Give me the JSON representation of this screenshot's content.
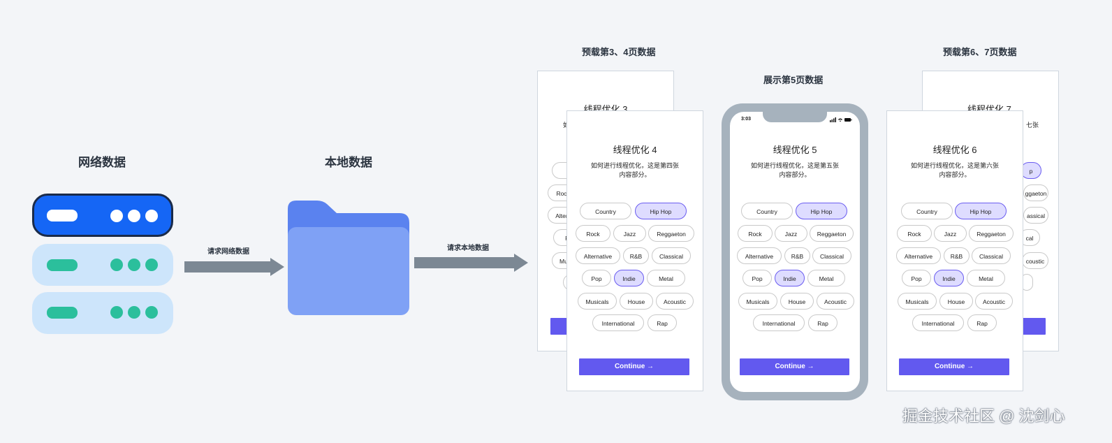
{
  "labels": {
    "network": "网络数据",
    "local": "本地数据",
    "req_network": "请求网络数据",
    "req_local": "请求本地数据",
    "preload_34": "预载第3、4页数据",
    "show_5": "展示第5页数据",
    "preload_67": "预载第6、7页数据"
  },
  "cards": {
    "c3": {
      "title": "线程优化 3",
      "desc_frag": "如"
    },
    "c4": {
      "title": "线程优化 4",
      "desc1": "如何进行线程优化，这是第四张",
      "desc2": "内容部分。"
    },
    "c5": {
      "title": "线程优化 5",
      "desc1": "如何进行线程优化，这是第五张",
      "desc2": "内容部分。"
    },
    "c6": {
      "title": "线程优化 6",
      "desc1": "如何进行线程优化，这是第六张",
      "desc2": "内容部分。"
    },
    "c7": {
      "title": "线程优化 7",
      "desc_frag": "七张"
    }
  },
  "chips": {
    "country": "Country",
    "hiphop": "Hip Hop",
    "rock": "Rock",
    "jazz": "Jazz",
    "reggaeton": "Reggaeton",
    "alternative": "Alternative",
    "rnb": "R&B",
    "classical": "Classical",
    "pop": "Pop",
    "indie": "Indie",
    "metal": "Metal",
    "musicals": "Musicals",
    "house": "House",
    "acoustic": "Acoustic",
    "international": "International",
    "rap": "Rap"
  },
  "back_chips_left": {
    "rock": "Roc",
    "alternative": "Alter",
    "pop": "P",
    "musicals": "Musi"
  },
  "back_chips_right": {
    "hiphop": "p",
    "reggaeton": "ggaeton",
    "classical": "assical",
    "cal": "cal",
    "acoustic": "coustic"
  },
  "continue_label": "Continue →",
  "phone": {
    "time": "3:03"
  },
  "watermark": "掘金技术社区 @ 沈剑心",
  "colors": {
    "accent": "#6259ef",
    "selected_chip": "#dedcff",
    "server_dark": "#1566f5",
    "server_light": "#cde5fb",
    "teal": "#2bbf9c",
    "folder": "#6f96f2",
    "arrow": "#7c8894"
  }
}
